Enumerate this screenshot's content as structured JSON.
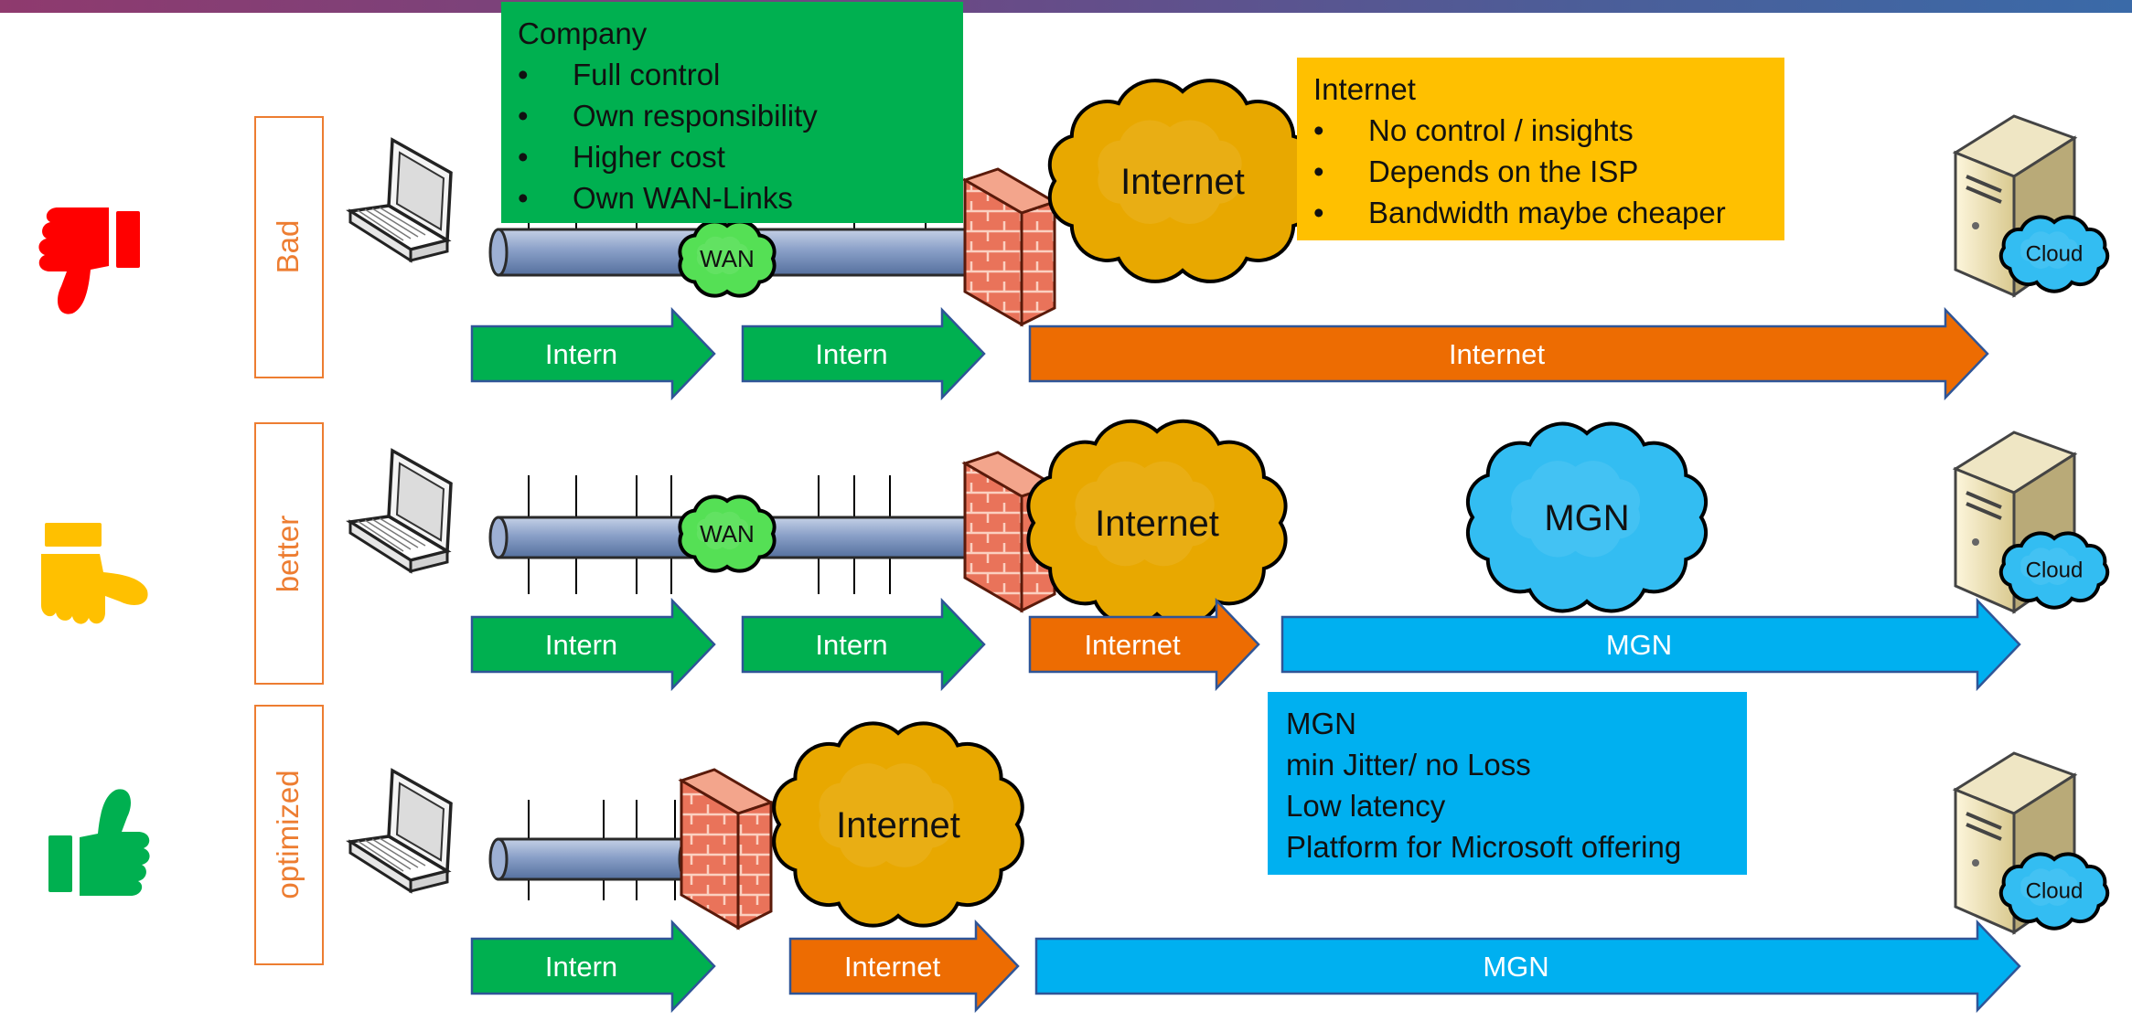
{
  "rows": [
    {
      "label": "Bad",
      "thumb": "thumbs-down-icon",
      "color": "#ff0000"
    },
    {
      "label": "better",
      "thumb": "thumbs-sideways-icon",
      "color": "#ffc000"
    },
    {
      "label": "optimized",
      "thumb": "thumbs-up-icon",
      "color": "#00b050"
    }
  ],
  "company_box": {
    "title": "Company",
    "items": [
      "Full control",
      "Own responsibility",
      "Higher cost",
      "Own WAN-Links"
    ],
    "color": "#00b050"
  },
  "internet_box": {
    "title": "Internet",
    "items": [
      "No control / insights",
      "Depends on the ISP",
      "Bandwidth maybe cheaper"
    ],
    "color": "#ffc000"
  },
  "mgn_box": {
    "lines": [
      "MGN",
      "min Jitter/ no Loss",
      "Low latency",
      "Platform for Microsoft offering"
    ],
    "color": "#00b0f0"
  },
  "clouds": {
    "internet": "Internet",
    "mgn": "MGN",
    "wan": "WAN",
    "server": "Cloud"
  },
  "arrows": {
    "intern": "Intern",
    "internet": "Internet",
    "mgn": "MGN"
  },
  "colors": {
    "intern_arrow": "#00b050",
    "internet_arrow": "#ed6c02",
    "mgn_arrow": "#00b0f0",
    "outline": "#ed7d31",
    "internet_cloud": "#e8a800",
    "mgn_cloud": "#33bdf2",
    "wan_cloud": "#55e055"
  }
}
